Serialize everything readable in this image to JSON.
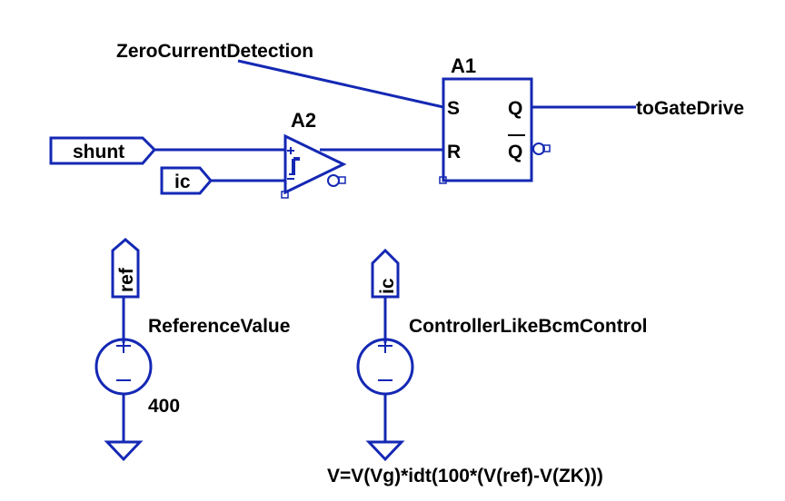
{
  "schematic": {
    "flipflop": {
      "ref": "A1",
      "pin_s": "S",
      "pin_r": "R",
      "pin_q": "Q",
      "pin_qbar": "Q"
    },
    "comparator": {
      "ref": "A2"
    },
    "net_labels": {
      "zero_current": "ZeroCurrentDetection",
      "gate_drive": "toGateDrive",
      "shunt": "shunt",
      "ic_in": "ic",
      "ref_flag": "ref",
      "ic_flag": "ic"
    },
    "source_ref": {
      "name": "ReferenceValue",
      "value": "400"
    },
    "source_ic": {
      "name": "ControllerLikeBcmControl",
      "value": "V=V(Vg)*idt(100*(V(ref)-V(ZK)))"
    }
  }
}
